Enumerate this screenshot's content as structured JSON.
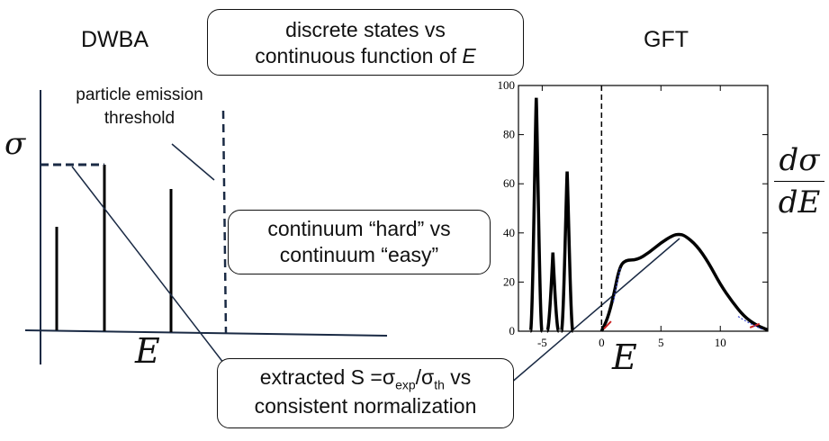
{
  "left_title": "DWBA",
  "right_title": "GFT",
  "box_top": {
    "line1": "discrete states vs",
    "line2_prefix": "continuous function of ",
    "line2_var": "E"
  },
  "box_mid": {
    "line1": "continuum “hard” vs",
    "line2": "continuum “easy”"
  },
  "box_bottom": {
    "line1_prefix": "extracted S =",
    "sigma": "σ",
    "sub_exp": "exp",
    "slash": "/",
    "sub_th": "th",
    "line1_suffix": " vs",
    "line2": "consistent normalization"
  },
  "threshold_label": {
    "line1": "particle emission",
    "line2": "threshold"
  },
  "left_axes": {
    "y_label": "σ",
    "x_label": "E"
  },
  "right_axes": {
    "y_num": "dσ",
    "y_den": "dE",
    "x_label": "E"
  },
  "chart_data": {
    "type": "line",
    "x_ticks": [
      "-5",
      "0",
      "5",
      "10"
    ],
    "y_ticks": [
      "0",
      "20",
      "40",
      "60",
      "80",
      "100"
    ],
    "xlim": [
      -7,
      14
    ],
    "ylim": [
      0,
      100
    ],
    "peaks": [
      {
        "x": -5.5,
        "y": 95
      },
      {
        "x": -4.1,
        "y": 32
      },
      {
        "x": -2.9,
        "y": 65
      }
    ],
    "continuum": [
      [
        0,
        0
      ],
      [
        0.5,
        5
      ],
      [
        1,
        14
      ],
      [
        1.5,
        26
      ],
      [
        2,
        29
      ],
      [
        3,
        29
      ],
      [
        4,
        32
      ],
      [
        5,
        36
      ],
      [
        6,
        39
      ],
      [
        6.5,
        39.5
      ],
      [
        7,
        39
      ],
      [
        8,
        35
      ],
      [
        9,
        28
      ],
      [
        10,
        19
      ],
      [
        11,
        12
      ],
      [
        12,
        6
      ],
      [
        13,
        2.5
      ],
      [
        14,
        0.5
      ]
    ],
    "threshold_x": 0
  }
}
